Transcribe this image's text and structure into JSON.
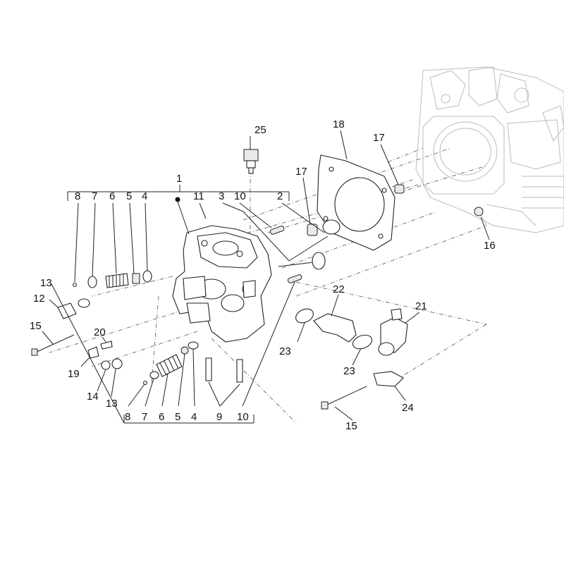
{
  "callouts": [
    {
      "id": "c1",
      "text": "1"
    },
    {
      "id": "c2",
      "text": "2"
    },
    {
      "id": "c3",
      "text": "3"
    },
    {
      "id": "c4a",
      "text": "4"
    },
    {
      "id": "c4b",
      "text": "4"
    },
    {
      "id": "c5a",
      "text": "5"
    },
    {
      "id": "c5b",
      "text": "5"
    },
    {
      "id": "c6a",
      "text": "6"
    },
    {
      "id": "c6b",
      "text": "6"
    },
    {
      "id": "c7a",
      "text": "7"
    },
    {
      "id": "c7b",
      "text": "7"
    },
    {
      "id": "c8a",
      "text": "8"
    },
    {
      "id": "c8b",
      "text": "8"
    },
    {
      "id": "c9",
      "text": "9"
    },
    {
      "id": "c10a",
      "text": "10"
    },
    {
      "id": "c10b",
      "text": "10"
    },
    {
      "id": "c11",
      "text": "11"
    },
    {
      "id": "c12",
      "text": "12"
    },
    {
      "id": "c13a",
      "text": "13"
    },
    {
      "id": "c13b",
      "text": "13"
    },
    {
      "id": "c14",
      "text": "14"
    },
    {
      "id": "c15a",
      "text": "15"
    },
    {
      "id": "c15b",
      "text": "15"
    },
    {
      "id": "c16",
      "text": "16"
    },
    {
      "id": "c17a",
      "text": "17"
    },
    {
      "id": "c17b",
      "text": "17"
    },
    {
      "id": "c18",
      "text": "18"
    },
    {
      "id": "c19",
      "text": "19"
    },
    {
      "id": "c20",
      "text": "20"
    },
    {
      "id": "c21",
      "text": "21"
    },
    {
      "id": "c22",
      "text": "22"
    },
    {
      "id": "c23a",
      "text": "23"
    },
    {
      "id": "c23b",
      "text": "23"
    },
    {
      "id": "c24",
      "text": "24"
    },
    {
      "id": "c25",
      "text": "25"
    }
  ]
}
